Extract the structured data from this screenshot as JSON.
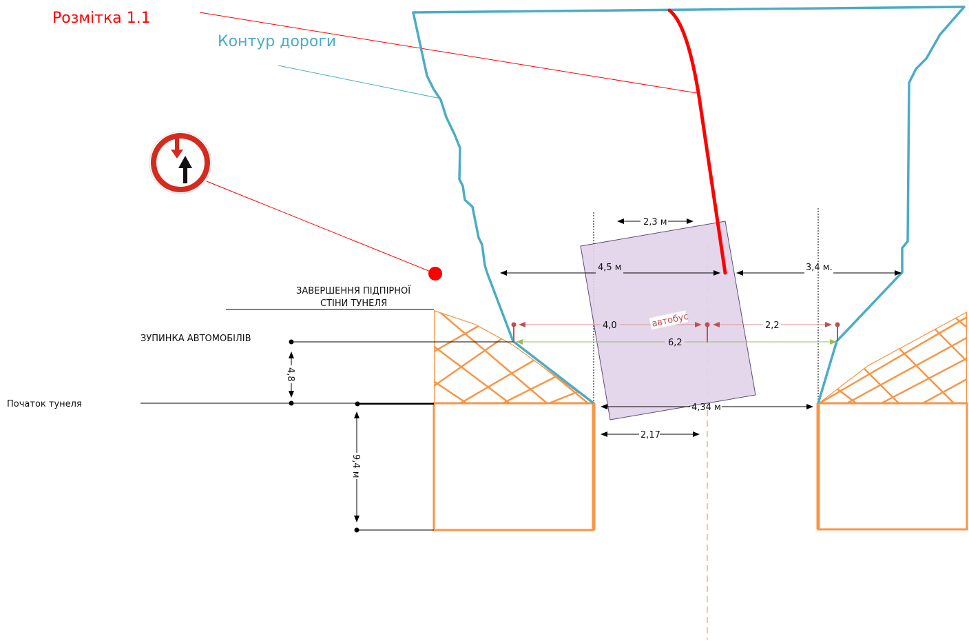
{
  "legend": {
    "marking": "Розмітка 1.1",
    "road_contour": "Контур дороги"
  },
  "labels": {
    "retaining_wall_line1": "ЗАВЕРШЕННЯ ПІДПІРНОЇ",
    "retaining_wall_line2": "СТІНИ ТУНЕЛЯ",
    "car_stop": "ЗУПИНКА АВТОМОБІЛІВ",
    "tunnel_start": "Початок тунеля",
    "bus": "автобус"
  },
  "dimensions": {
    "bus_width": "2,3 м",
    "left_gap": "4,5 м",
    "right_gap": "3,4 м.",
    "left_to_center": "4,0",
    "center_to_right": "2,2",
    "total_width": "6,2",
    "tunnel_width": "4,34 м",
    "half_tunnel": "2,17",
    "stop_offset": "4,8",
    "wall_length": "9,4 м"
  },
  "colors": {
    "marking": "#ff0000",
    "road_contour": "#4bacc6",
    "wall": "#f79646",
    "bus_fill": "#e1d3ea",
    "dim_red": "#c0504d",
    "dim_green": "#9bbb59"
  },
  "icons": {
    "sign": "priority-over-oncoming-sign-icon"
  }
}
